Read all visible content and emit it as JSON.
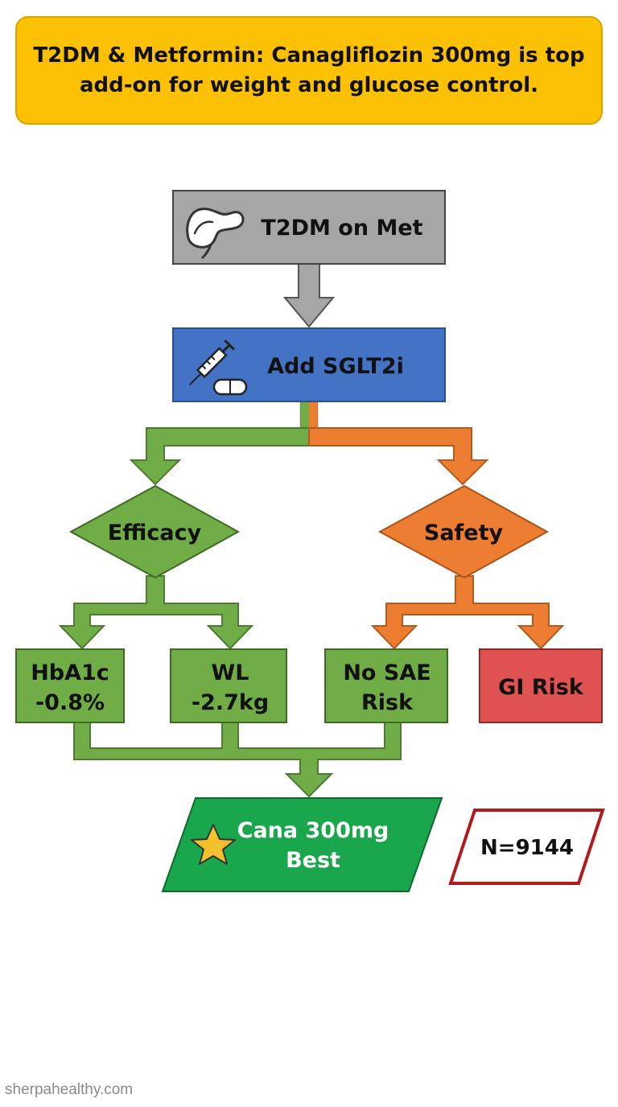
{
  "title": "T2DM & Metformin: Canagliflozin 300mg is top add-on for weight and glucose control.",
  "colors": {
    "title_bg": "#fcc102",
    "start_node": "#a6a6a6",
    "sglt2_node": "#4472c4",
    "efficacy": "#70ad47",
    "safety": "#ed7d31",
    "gi_risk": "#e05252",
    "result": "#1aa64c",
    "sample_border": "#b01c1c"
  },
  "nodes": {
    "start": {
      "label": "T2DM on Met",
      "icon": "pancreas-icon"
    },
    "drug": {
      "label": "Add SGLT2i",
      "icon": "syringe-pill-icon"
    },
    "efficacy": {
      "label": "Efficacy"
    },
    "safety": {
      "label": "Safety"
    },
    "hba1c": {
      "line1": "HbA1c",
      "line2": "-0.8%"
    },
    "wl": {
      "line1": "WL",
      "line2": "-2.7kg"
    },
    "no_sae": {
      "line1": "No SAE",
      "line2": "Risk"
    },
    "gi_risk": {
      "label": "GI Risk"
    },
    "result": {
      "line1": "Cana 300mg",
      "line2": "Best",
      "icon": "star-icon"
    },
    "sample": {
      "label": "N=9144"
    }
  },
  "watermark": "sherpahealthy.com"
}
